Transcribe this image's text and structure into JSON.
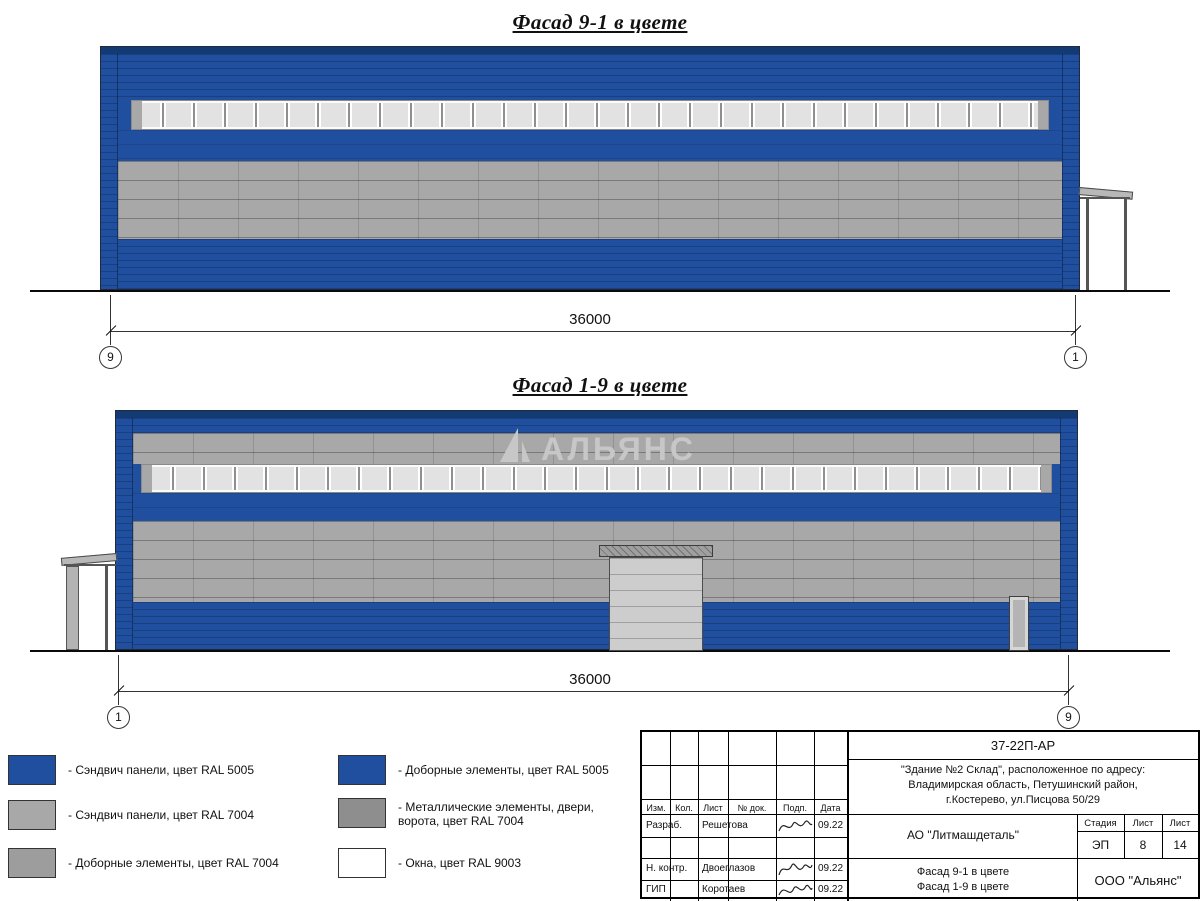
{
  "colors": {
    "ral5005": "#1f4f9e",
    "ral5005_dark": "#143a74",
    "ral7004": "#a8a8a8",
    "ral7004_dark": "#8e8e8e",
    "ral9003": "#ffffff"
  },
  "facade_top": {
    "title": "Фасад 9-1 в цвете",
    "dimension": "36000",
    "axis_left": "9",
    "axis_right": "1"
  },
  "facade_bottom": {
    "title": "Фасад 1-9 в цвете",
    "dimension": "36000",
    "axis_left": "1",
    "axis_right": "9",
    "watermark": "АЛЬЯНС"
  },
  "legend": {
    "items": [
      {
        "color": "#1f4f9e",
        "label": "- Сэндвич панели, цвет RAL 5005"
      },
      {
        "color": "#a8a8a8",
        "label": "- Сэндвич панели, цвет RAL 7004"
      },
      {
        "color": "#9d9d9d",
        "label": "- Доборные элементы, цвет RAL 7004"
      },
      {
        "color": "#1f4f9e",
        "label": "- Доборные элементы, цвет RAL 5005"
      },
      {
        "color": "#8e8e8e",
        "label": "- Металлические элементы, двери, ворота, цвет RAL 7004"
      },
      {
        "color": "#ffffff",
        "label": "- Окна, цвет RAL 9003"
      }
    ]
  },
  "titleblock": {
    "doc_number": "37-22П-АР",
    "project_address_line1": "\"Здание №2 Склад\", расположенное по адресу:",
    "project_address_line2": "Владимирская область, Петушинский район,",
    "project_address_line3": "г.Костерево, ул.Писцова 50/29",
    "header_cols": [
      "Изм.",
      "Кол.",
      "Лист",
      "№ док.",
      "Подп.",
      "Дата"
    ],
    "rows": [
      {
        "role": "Разраб.",
        "name": "Решетова",
        "date": "09.22"
      },
      {
        "role": "Н. контр.",
        "name": "Двоеглазов",
        "date": "09.22"
      },
      {
        "role": "ГИП",
        "name": "Коротаев",
        "date": "09.22"
      }
    ],
    "company": "АО \"Литмашдеталь\"",
    "stage": {
      "label": "Стадия",
      "value": "ЭП"
    },
    "sheet": {
      "label": "Лист",
      "value": "8"
    },
    "sheets": {
      "label": "Лист",
      "value": "14"
    },
    "drawing_title_line1": "Фасад 9-1 в цвете",
    "drawing_title_line2": "Фасад 1-9 в цвете",
    "org": "ООО \"Альянс\""
  }
}
